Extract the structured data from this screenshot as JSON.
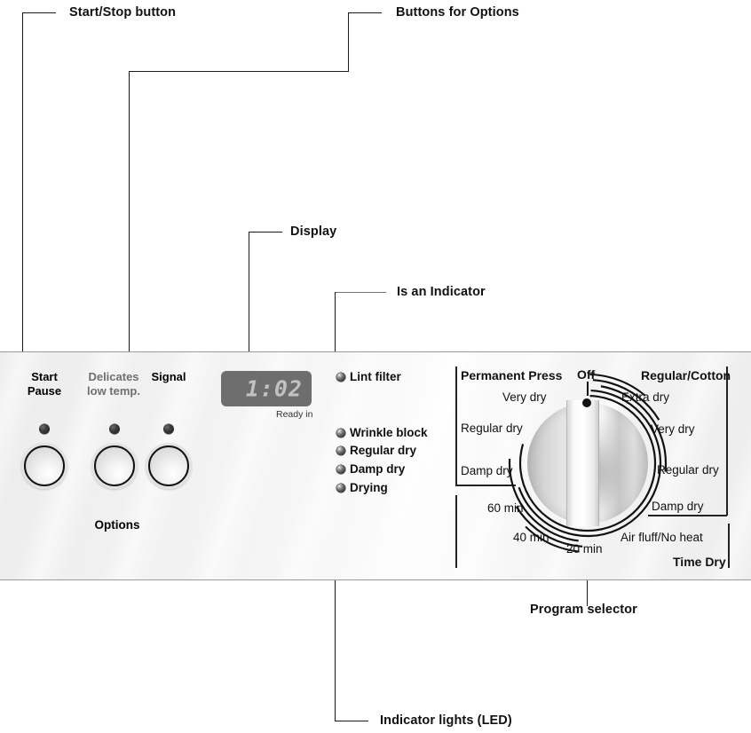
{
  "callouts": [
    {
      "id": "start-stop",
      "label": "Start/Stop button"
    },
    {
      "id": "buttons-options",
      "label": "Buttons for Options"
    },
    {
      "id": "display",
      "label": "Display"
    },
    {
      "id": "indicator",
      "label": "Is an Indicator"
    },
    {
      "id": "program-selector",
      "label": "Program selector"
    },
    {
      "id": "indicator-lights",
      "label": "Indicator lights (LED)"
    }
  ],
  "panel": {
    "buttons": [
      {
        "name": "start-pause",
        "line1": "Start",
        "line2": "Pause",
        "style": "dark"
      },
      {
        "name": "delicates",
        "line1": "Delicates",
        "line2": "low temp.",
        "style": "gray"
      },
      {
        "name": "signal",
        "line1": "Signal",
        "line2": "",
        "style": "dark"
      }
    ],
    "options_label": "Options",
    "display": {
      "value": "1:02",
      "caption": "Ready in"
    },
    "indicators": [
      {
        "name": "lint-filter",
        "label": "Lint filter"
      },
      {
        "name": "wrinkle-block",
        "label": "Wrinkle block"
      },
      {
        "name": "regular-dry",
        "label": "Regular dry"
      },
      {
        "name": "damp-dry",
        "label": "Damp dry"
      },
      {
        "name": "drying",
        "label": "Drying"
      }
    ],
    "dial": {
      "heading_left": "Permanent Press",
      "heading_center": "Off",
      "heading_right": "Regular/Cotton",
      "footer_right": "Time Dry",
      "left_settings": [
        "Very dry",
        "Regular dry",
        "Damp dry"
      ],
      "right_settings": [
        "Extra dry",
        "Very dry",
        "Regular dry",
        "Damp dry"
      ],
      "time_settings": [
        "60 min",
        "40 min",
        "20 min",
        "Air fluff/No heat"
      ]
    }
  },
  "colors": {
    "panel_light": "#f6f6f6",
    "panel_edge": "#9a9a9a",
    "lcd_bg": "#6e6e6e",
    "lcd_text": "#c2c2c2",
    "led_dark": "#2a2a2a",
    "label_gray": "#6f6f6f"
  }
}
